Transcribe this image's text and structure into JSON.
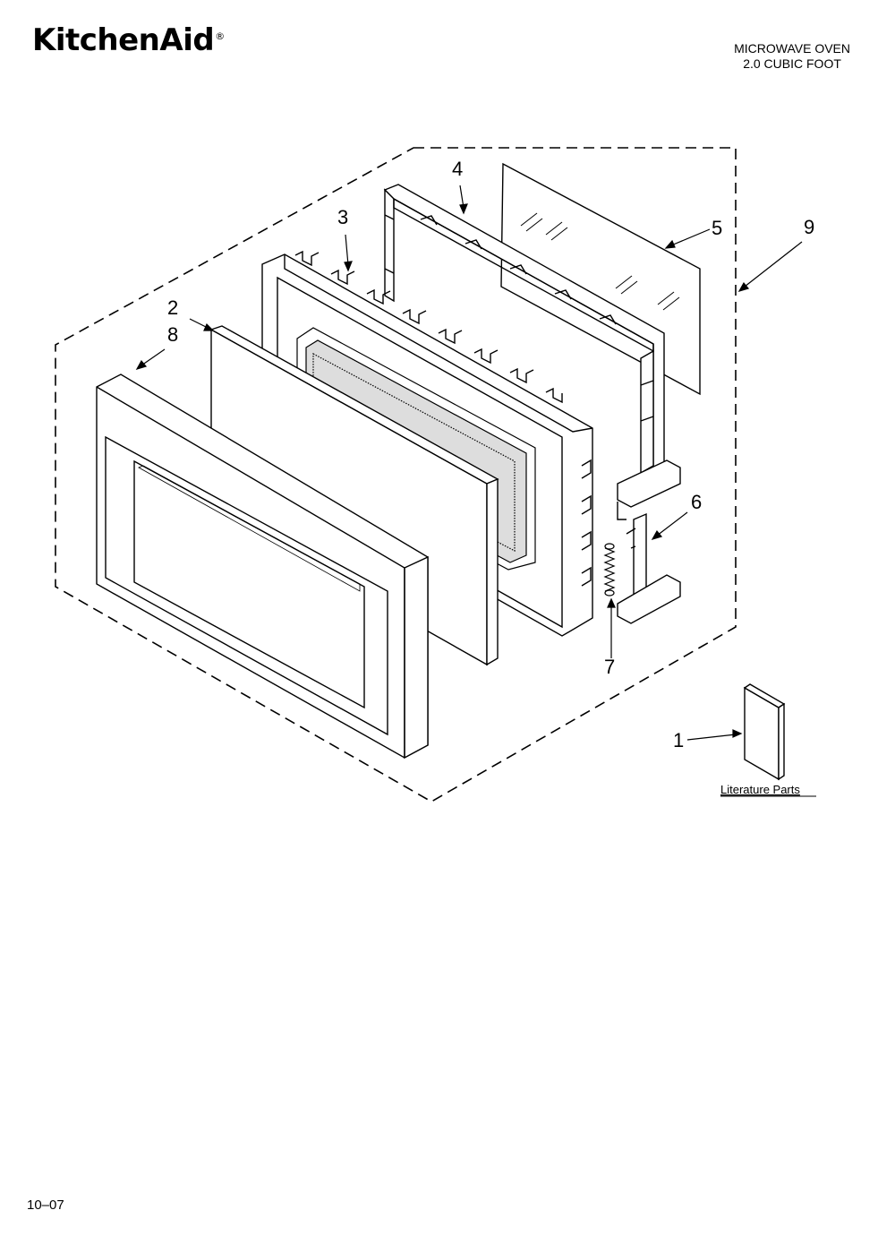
{
  "brand": {
    "name": "KitchenAid",
    "reg": "®"
  },
  "model": {
    "line1": "MICROWAVE OVEN",
    "line2": "2.0 CUBIC FOOT"
  },
  "callouts": [
    "1",
    "2",
    "3",
    "4",
    "5",
    "6",
    "7",
    "8",
    "9"
  ],
  "literature_label": "Literature Parts",
  "page_code": "10–07"
}
